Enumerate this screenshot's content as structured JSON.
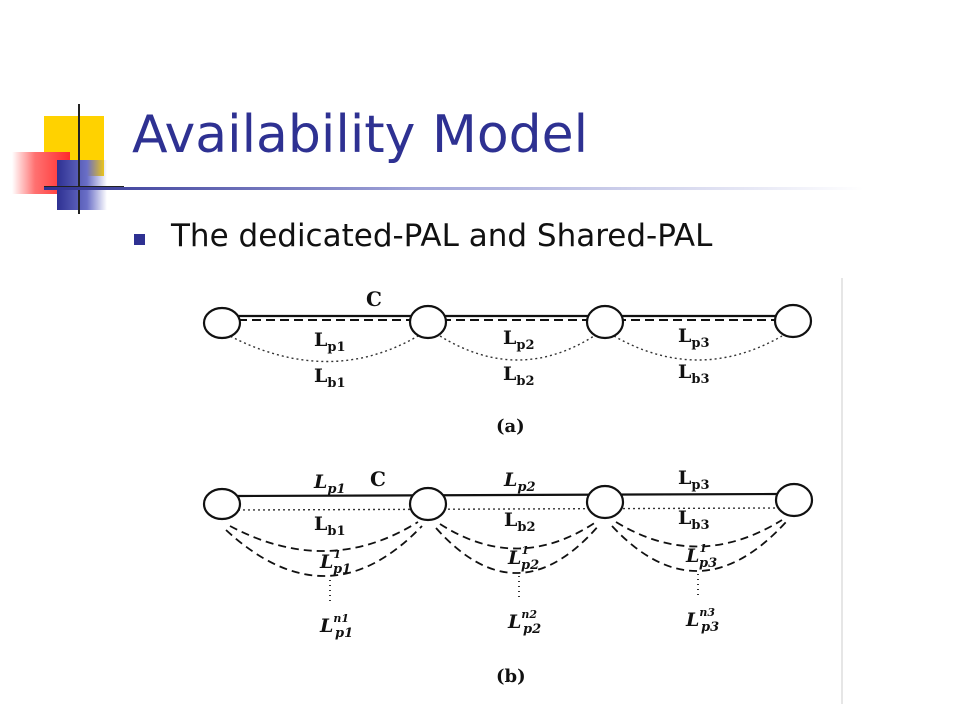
{
  "slide": {
    "title": "Availability Model",
    "bullet": "The dedicated-PAL and Shared-PAL"
  },
  "colors": {
    "title": "#2e3192",
    "accent_yellow": "#ffd200",
    "accent_red": "#ff3c3c",
    "accent_blue": "#2e3192"
  },
  "figure": {
    "a": {
      "caption": "(a)",
      "top_label": "C",
      "links": [
        {
          "primary": "L",
          "primary_sub": "p1",
          "backup": "L",
          "backup_sub": "b1"
        },
        {
          "primary": "L",
          "primary_sub": "p2",
          "backup": "L",
          "backup_sub": "b2"
        },
        {
          "primary": "L",
          "primary_sub": "p3",
          "backup": "L",
          "backup_sub": "b3"
        }
      ]
    },
    "b": {
      "caption": "(b)",
      "top_label": "C",
      "links": [
        {
          "primary": "L",
          "primary_sub": "p1",
          "backup": "L",
          "backup_sub": "b1",
          "shared1": "L",
          "shared1_sup": "1",
          "shared1_sub": "p1",
          "sharedn": "L",
          "sharedn_sup": "n1",
          "sharedn_sub": "p1"
        },
        {
          "primary": "L",
          "primary_sub": "p2",
          "backup": "L",
          "backup_sub": "b2",
          "shared1": "L",
          "shared1_sup": "1",
          "shared1_sub": "p2",
          "sharedn": "L",
          "sharedn_sup": "n2",
          "sharedn_sub": "p2"
        },
        {
          "primary": "L",
          "primary_sub": "p3",
          "backup": "L",
          "backup_sub": "b3",
          "shared1": "L",
          "shared1_sup": "1",
          "shared1_sub": "p3",
          "sharedn": "L",
          "sharedn_sup": "n3",
          "sharedn_sub": "p3"
        }
      ]
    }
  }
}
